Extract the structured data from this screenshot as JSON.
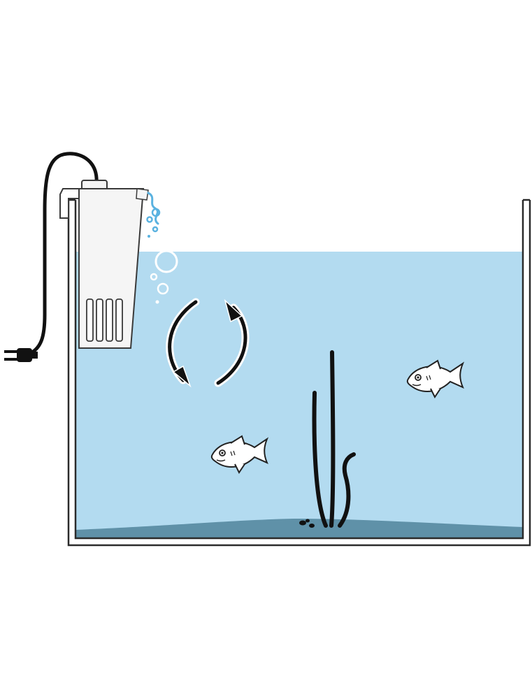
{
  "illustration": {
    "subject": "aquarium-filter-circulation",
    "colors": {
      "background": "#ffffff",
      "water": "#b3dbf0",
      "substrate": "#5f91a8",
      "tank_outline": "#2b2b2b",
      "tank_wall": "#ffffff",
      "filter_body": "#f5f5f5",
      "filter_outline": "#3a3a3a",
      "cable": "#111111",
      "water_outflow": "#5ab2e0",
      "bubbles": "#ffffff",
      "arrows": "#111111",
      "plant": "#111111",
      "fish_body": "#ffffff",
      "fish_outline": "#222222"
    },
    "icons": [
      "filter-icon",
      "power-plug-icon",
      "bubbles-icon",
      "circulation-arrows-icon",
      "fish-icon",
      "plant-icon"
    ],
    "fish_count": 2,
    "filter_intake_slots": 4
  }
}
